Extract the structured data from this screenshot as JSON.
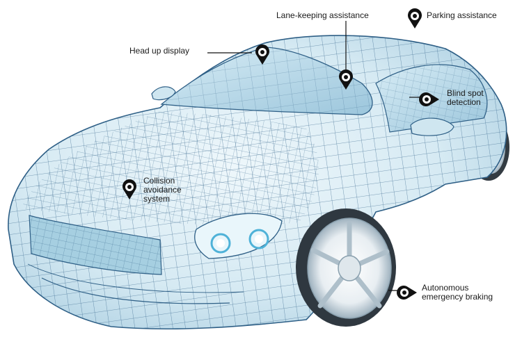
{
  "features": {
    "head_up_display": "Head up display",
    "lane_keeping": "Lane-keeping assistance",
    "parking": "Parking assistance",
    "blind_spot_1": "Blind spot",
    "blind_spot_2": "detection",
    "collision_1": "Collision",
    "collision_2": "avoidance",
    "collision_3": "system",
    "aeb_1": "Autonomous",
    "aeb_2": "emergency braking"
  },
  "icons": [
    "location-pin-icon"
  ],
  "colors": {
    "wireframe": "#2e5f86",
    "glass": "#b9dcea",
    "pin": "#111111"
  }
}
